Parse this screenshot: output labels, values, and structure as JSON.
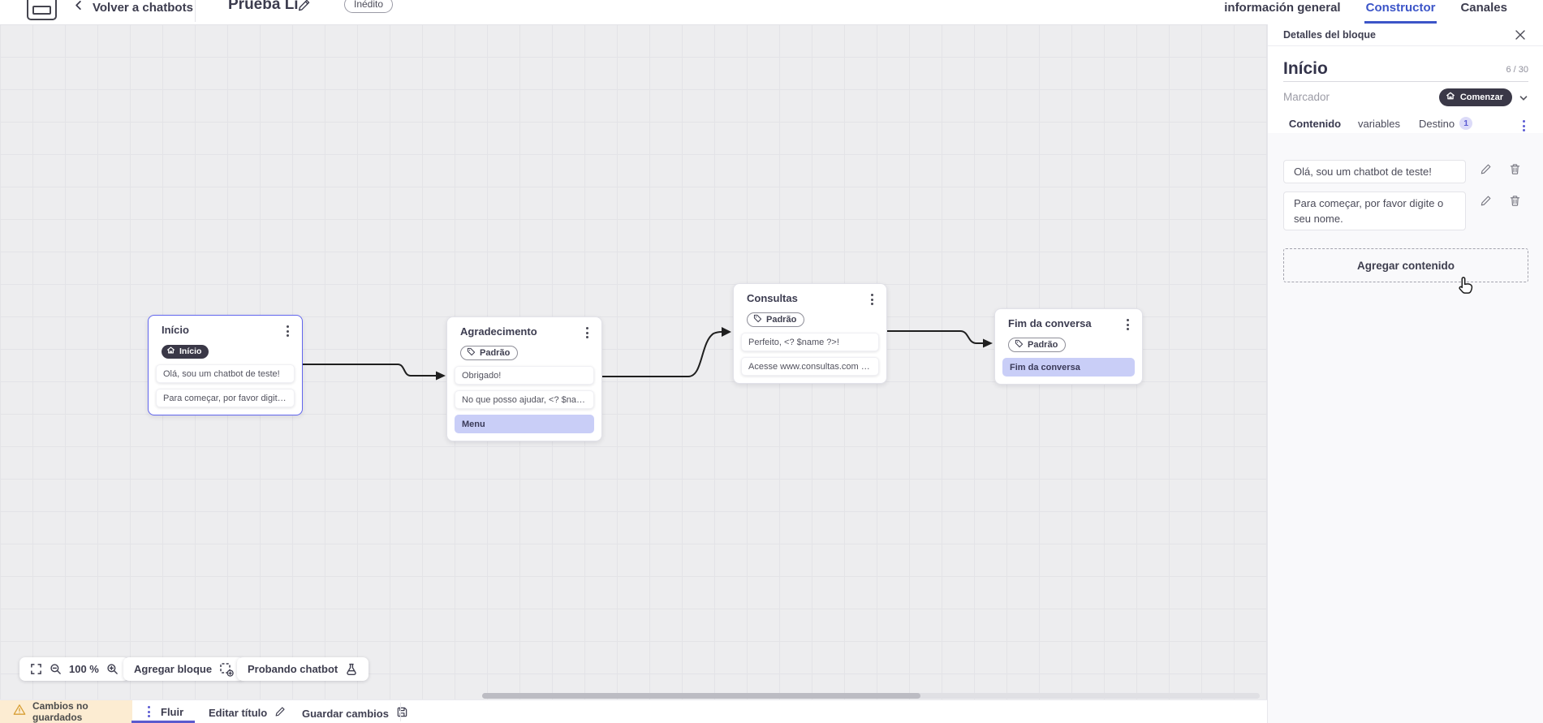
{
  "topbar": {
    "back_label": "Volver a chatbots",
    "title": "Prueba Li",
    "status_badge": "Inédito",
    "tabs": [
      {
        "label": "información general",
        "active": false
      },
      {
        "label": "Constructor",
        "active": true
      },
      {
        "label": "Canales",
        "active": false
      }
    ]
  },
  "canvas": {
    "controls": {
      "zoom_level": "100 %",
      "add_block_label": "Agregar bloque",
      "test_chatbot_label": "Probando chatbot"
    },
    "nodes": [
      {
        "title": "Início",
        "badge": {
          "label": "Início",
          "type": "start"
        },
        "selected": true,
        "rows": [
          {
            "text": "Olá, sou um chatbot de teste!",
            "highlight": false
          },
          {
            "text": "Para começar, por favor digite o ...",
            "highlight": false
          }
        ]
      },
      {
        "title": "Agradecimento",
        "badge": {
          "label": "Padrão",
          "type": "tag"
        },
        "selected": false,
        "rows": [
          {
            "text": "Obrigado!",
            "highlight": false
          },
          {
            "text": "No que posso ajudar, <? $name ...",
            "highlight": false
          },
          {
            "text": "Menu",
            "highlight": true
          }
        ]
      },
      {
        "title": "Consultas",
        "badge": {
          "label": "Padrão",
          "type": "tag"
        },
        "selected": false,
        "rows": [
          {
            "text": "Perfeito, <? $name ?>!",
            "highlight": false
          },
          {
            "text": "Acesse www.consultas.com par...",
            "highlight": false
          }
        ]
      },
      {
        "title": "Fim da conversa",
        "badge": {
          "label": "Padrão",
          "type": "tag"
        },
        "selected": false,
        "rows": [
          {
            "text": "Fim da conversa",
            "highlight": true
          }
        ]
      }
    ],
    "edges": [
      {
        "from": "Início",
        "to": "Agradecimento"
      },
      {
        "from": "Agradecimento",
        "to": "Consultas"
      },
      {
        "from": "Consultas",
        "to": "Fim da conversa"
      }
    ]
  },
  "panel": {
    "header": "Detalles del bloque",
    "block_name": "Início",
    "char_counter": "6 / 30",
    "marker_label": "Marcador",
    "marker_value": "Comenzar",
    "tabs": [
      {
        "label": "Contenido",
        "active": true
      },
      {
        "label": "variables",
        "active": false
      },
      {
        "label": "Destino",
        "badge": "1",
        "active": false
      }
    ],
    "contents": [
      "Olá, sou um chatbot de teste!",
      "Para começar, por favor digite o seu nome."
    ],
    "add_content_label": "Agregar contenido"
  },
  "bottombar": {
    "warning": "Cambios no guardados",
    "flow_tab": "Fluir",
    "edit_title_label": "Editar título",
    "save_label": "Guardar cambios"
  },
  "colors": {
    "accent_indigo": "#5b5ace",
    "constructor_blue": "#3c55c8",
    "node_selected_border": "#6266ee",
    "dark_badge": "#3a3847",
    "highlight_row": "#c9cef7",
    "warning_bg": "#fcecd2",
    "warning_icon": "#d79f35",
    "edge": "#1f1f1f"
  }
}
